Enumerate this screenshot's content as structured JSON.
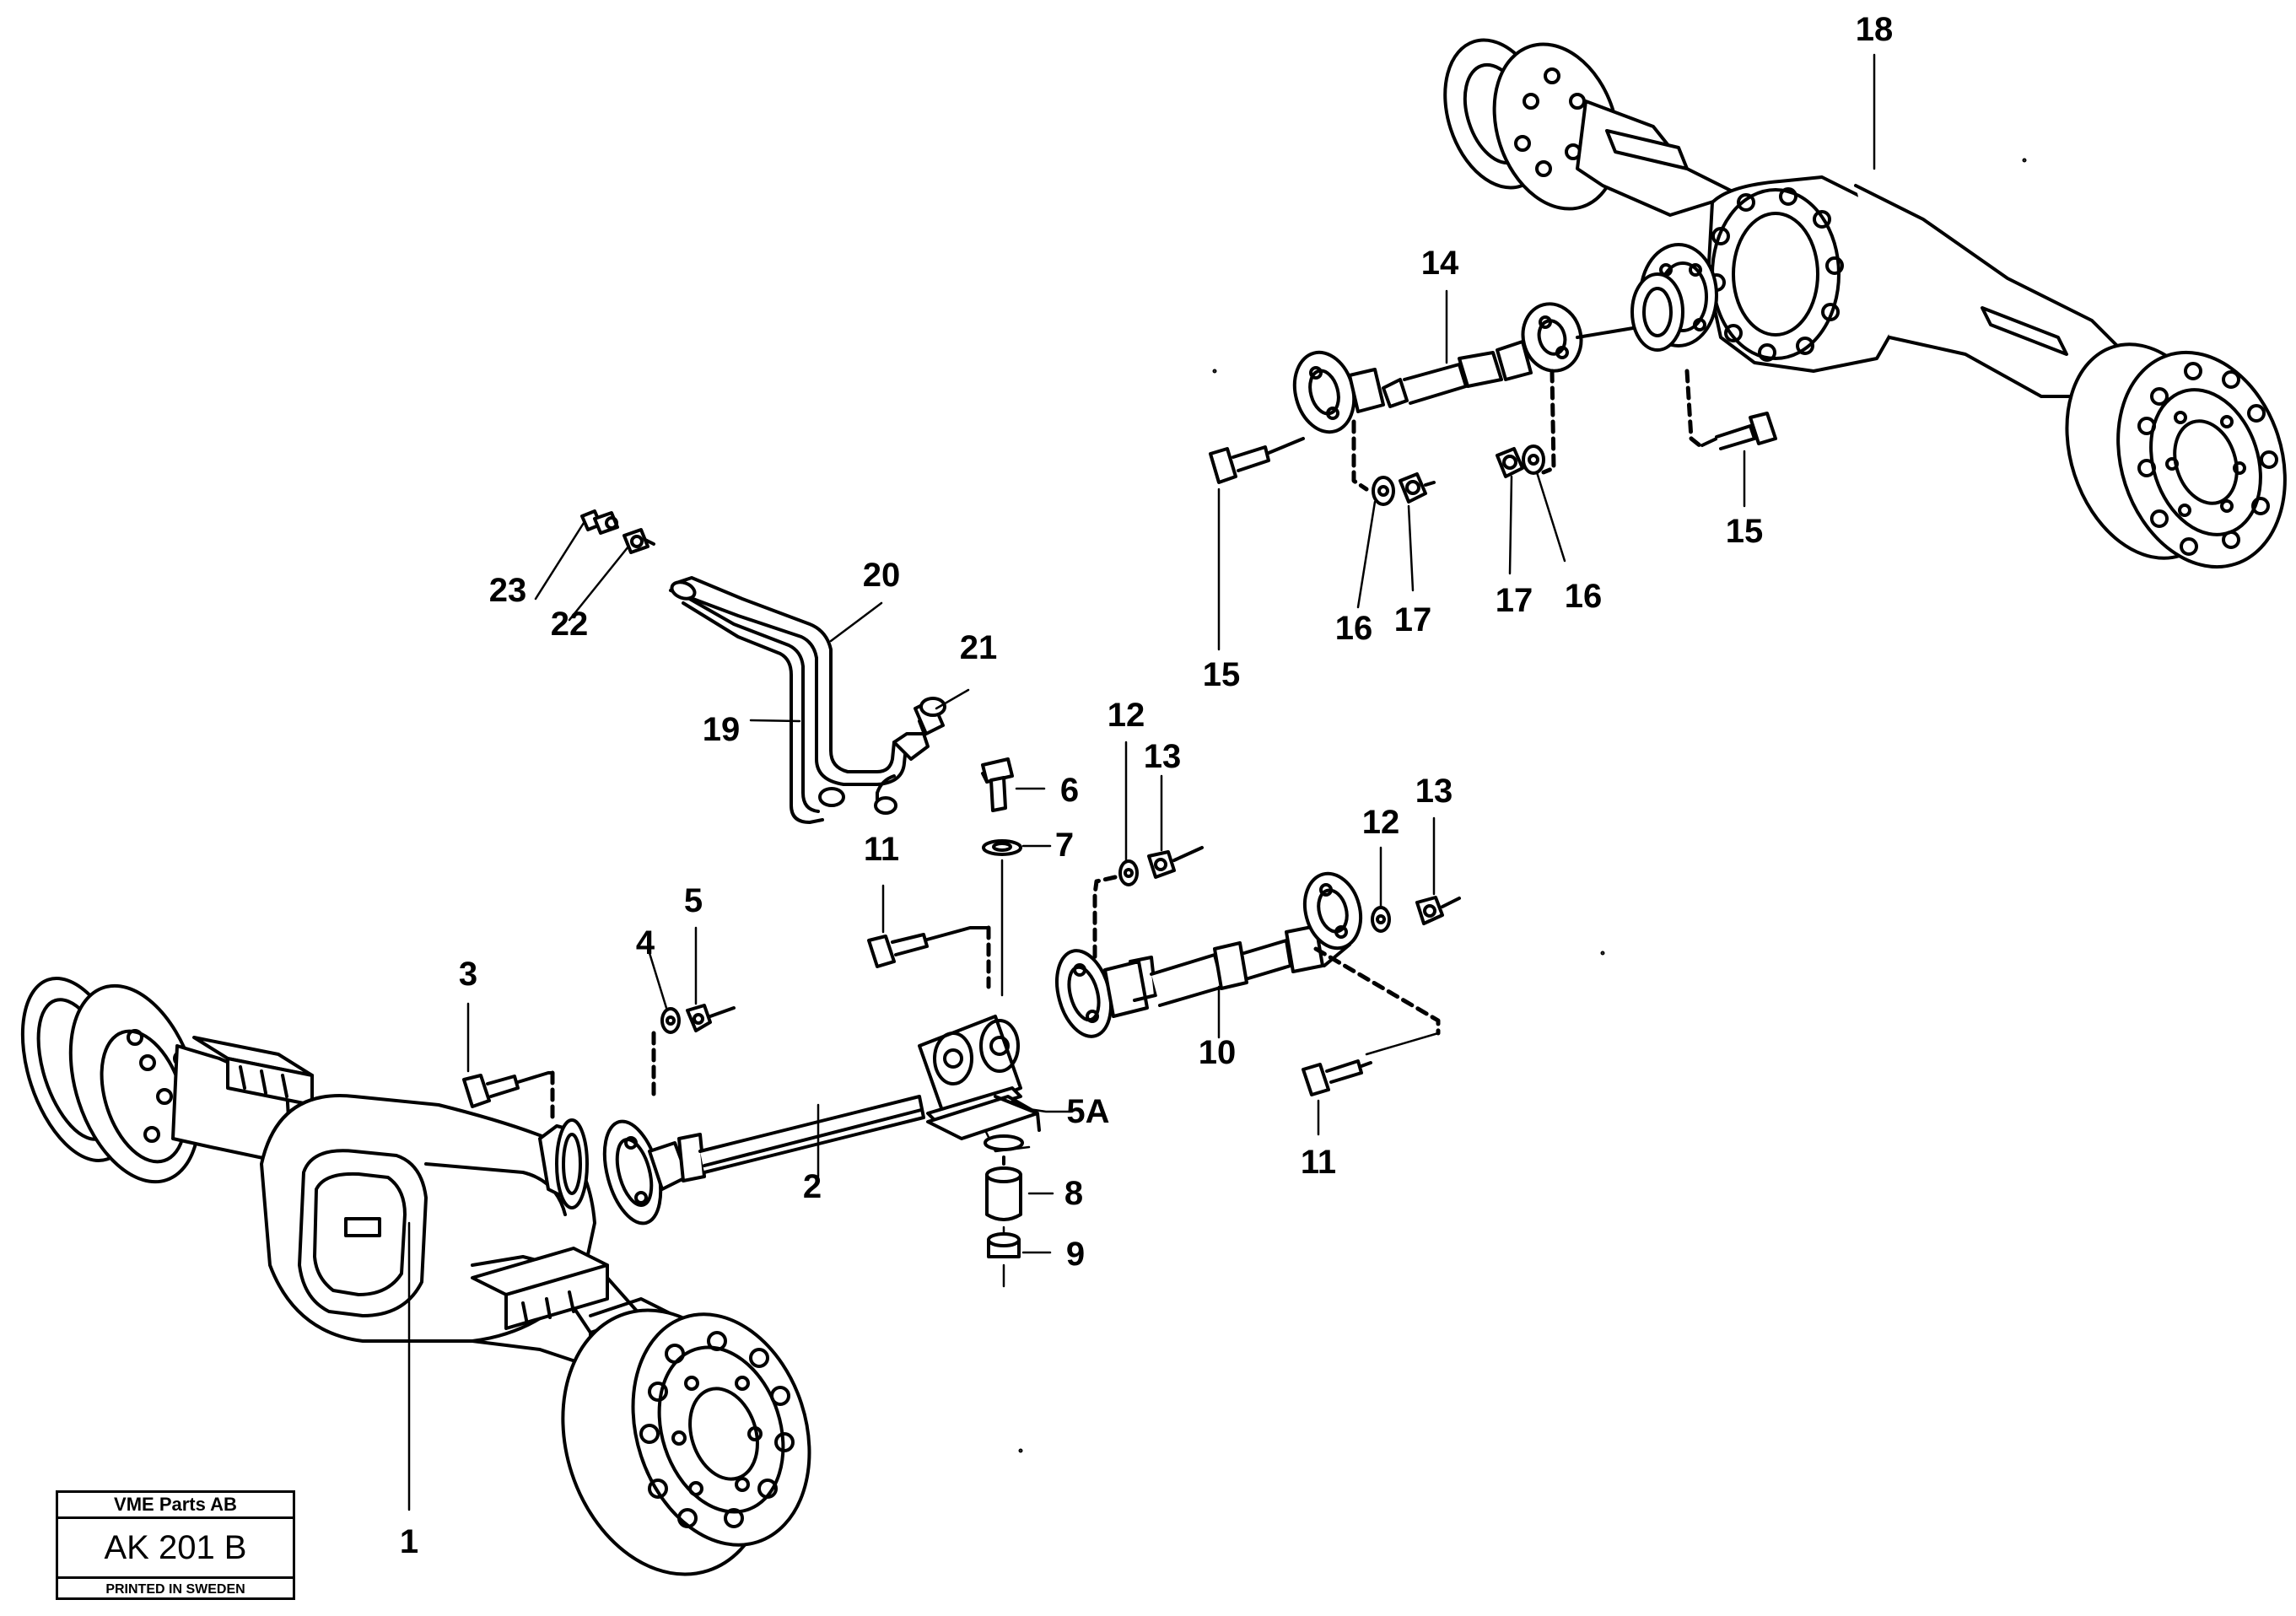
{
  "callouts": {
    "c1": "1",
    "c2": "2",
    "c3": "3",
    "c4": "4",
    "c5": "5",
    "c5a": "5A",
    "c6": "6",
    "c7": "7",
    "c8": "8",
    "c9": "9",
    "c10": "10",
    "c11a": "11",
    "c11b": "11",
    "c12a": "12",
    "c12b": "12",
    "c13a": "13",
    "c13b": "13",
    "c14": "14",
    "c15a": "15",
    "c15b": "15",
    "c16a": "16",
    "c16b": "16",
    "c17a": "17",
    "c17b": "17",
    "c18": "18",
    "c19": "19",
    "c20": "20",
    "c21": "21",
    "c22": "22",
    "c23": "23"
  },
  "stamp": {
    "company": "VME Parts AB",
    "code": "AK 201 B",
    "printed": "PRINTED IN SWEDEN"
  }
}
